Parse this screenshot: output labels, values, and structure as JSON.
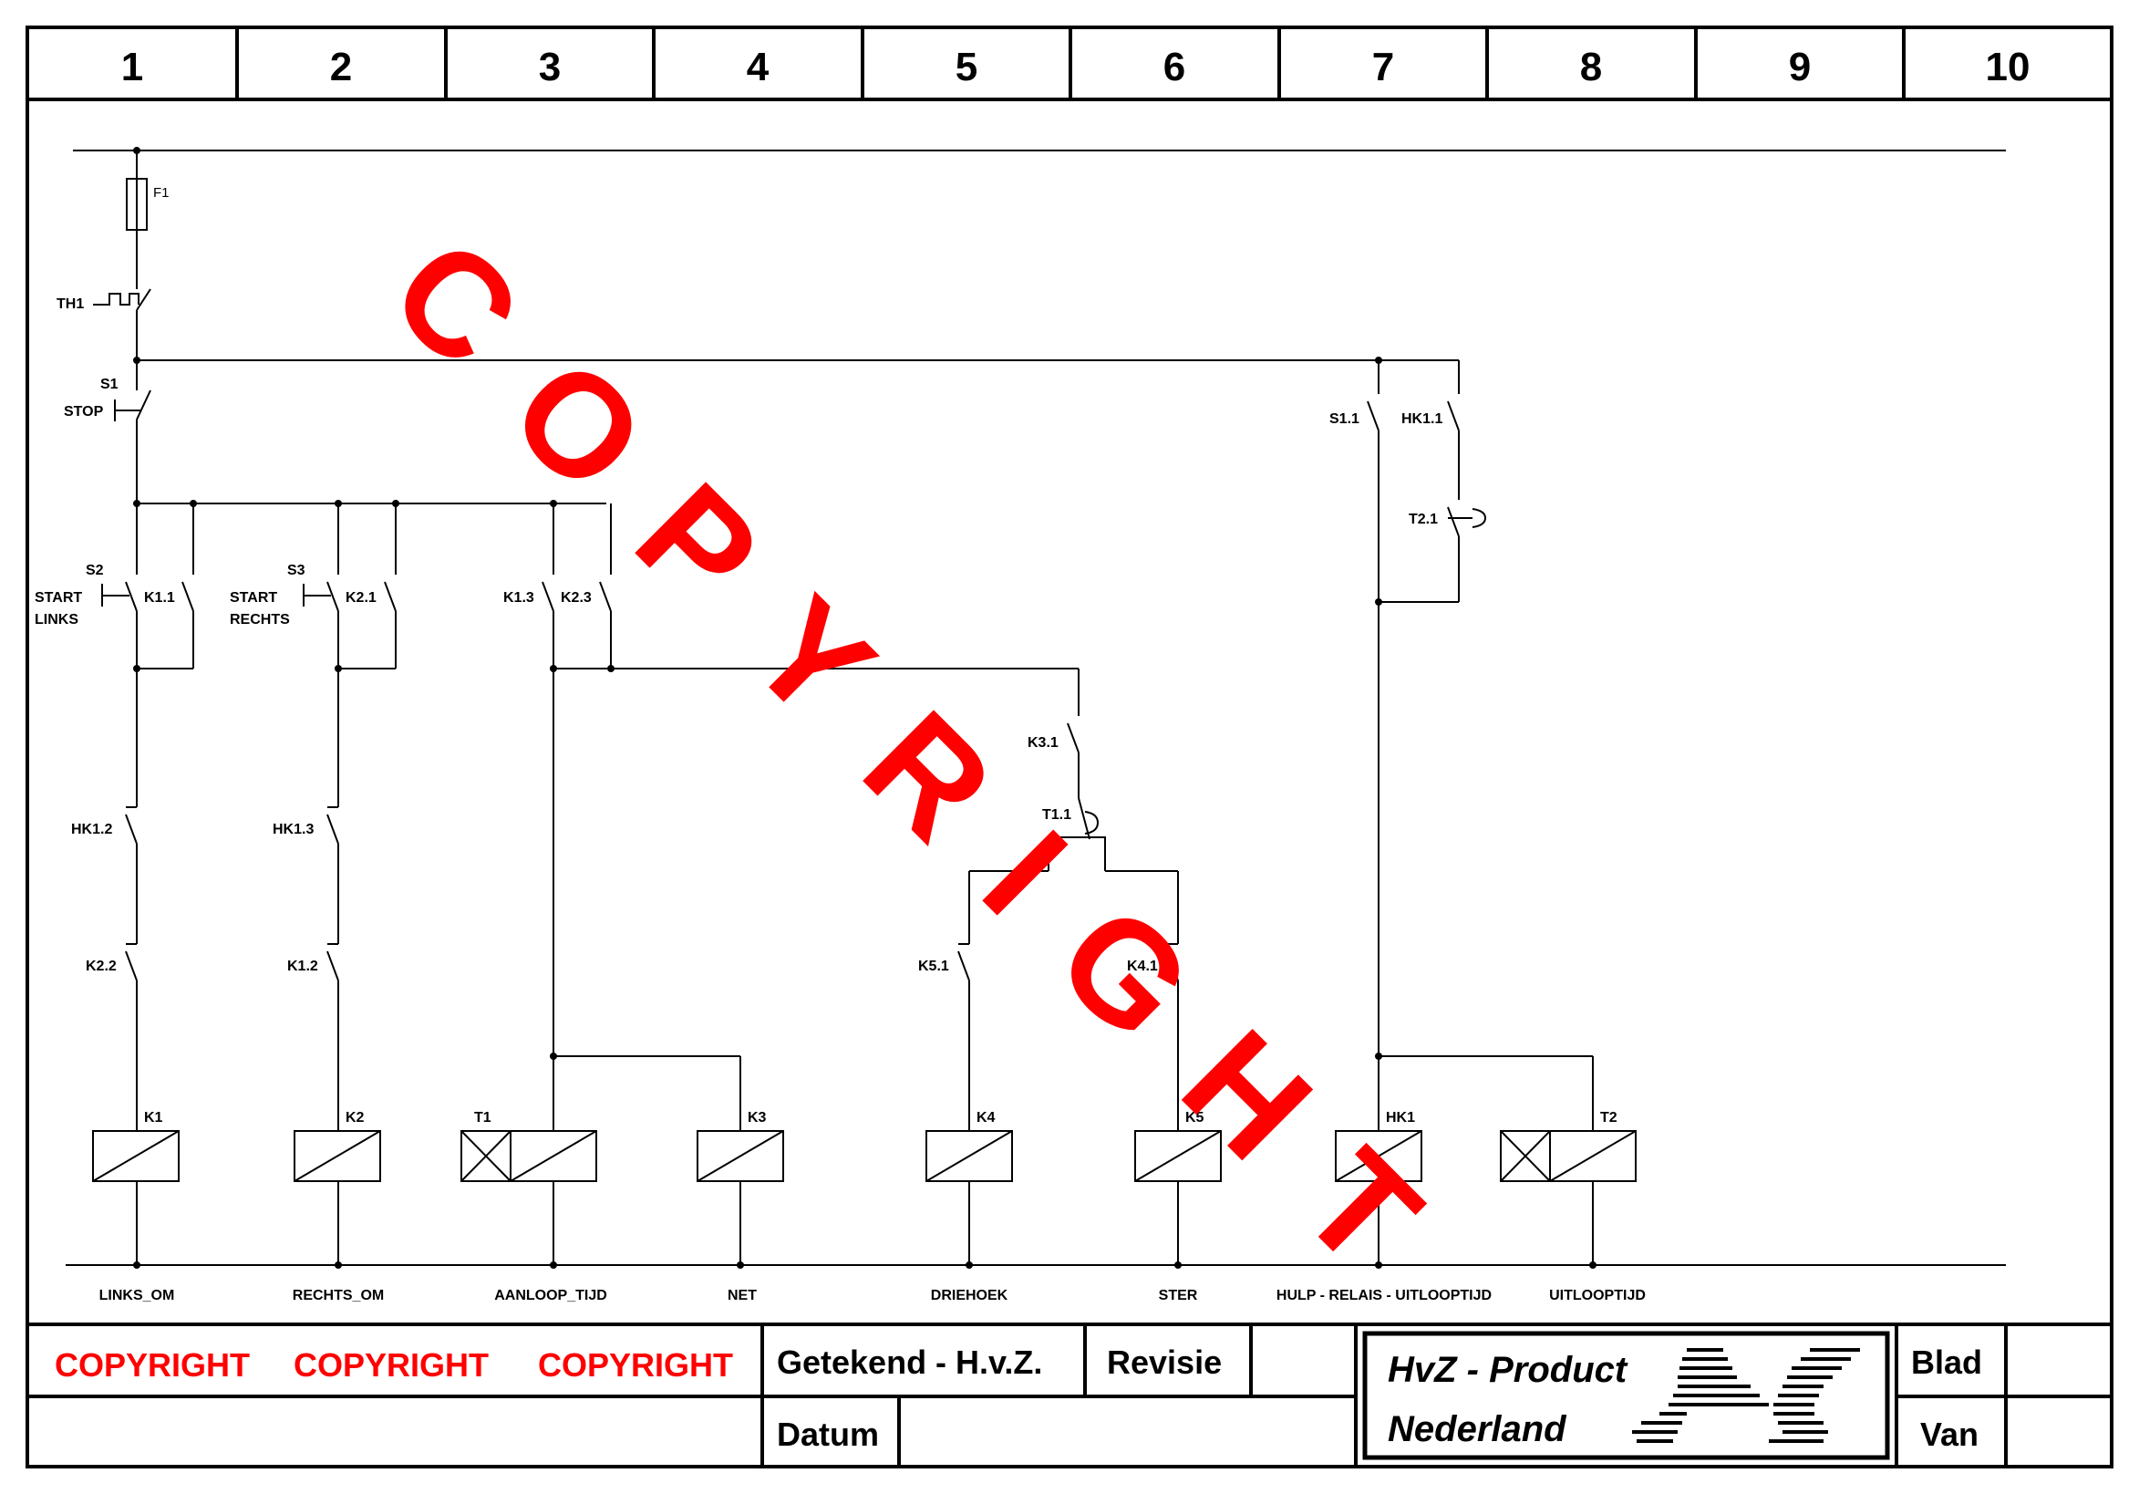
{
  "colors": {
    "watermark": "#ff0000",
    "ink": "#000000"
  },
  "column_numbers": [
    "1",
    "2",
    "3",
    "4",
    "5",
    "6",
    "7",
    "8",
    "9",
    "10"
  ],
  "components": {
    "fuse": "F1",
    "thermal": "TH1",
    "stop_id": "S1",
    "stop_text": "STOP",
    "s2": "S2",
    "start_links_1": "START",
    "start_links_2": "LINKS",
    "k1_1": "K1.1",
    "s3": "S3",
    "start_rechts_1": "START",
    "start_rechts_2": "RECHTS",
    "k2_1": "K2.1",
    "k1_3": "K1.3",
    "k2_3": "K2.3",
    "hk1_2": "HK1.2",
    "hk1_3": "HK1.3",
    "k2_2": "K2.2",
    "k1_2": "K1.2",
    "k3_1": "K3.1",
    "t1_1": "T1.1",
    "k5_1": "K5.1",
    "k4_1": "K4.1",
    "s1_1": "S1.1",
    "hk1_1": "HK1.1",
    "t2_1": "T2.1"
  },
  "coils": [
    "K1",
    "K2",
    "T1",
    "K3",
    "K4",
    "K5",
    "HK1",
    "T2"
  ],
  "coil_functions": [
    "LINKS_OM",
    "RECHTS_OM",
    "AANLOOP_TIJD",
    "NET",
    "DRIEHOEK",
    "STER",
    "HULP - RELAIS - UITLOOPTIJD",
    "UITLOOPTIJD"
  ],
  "watermark": "COPYRIGHT",
  "title_block": {
    "copyright": [
      "COPYRIGHT",
      "COPYRIGHT",
      "COPYRIGHT"
    ],
    "drawn_by": "Getekend - H.v.Z.",
    "revision": "Revisie",
    "date": "Datum",
    "company_line1": "HvZ - Product",
    "company_line2": "Nederland",
    "sheet": "Blad",
    "of": "Van"
  }
}
